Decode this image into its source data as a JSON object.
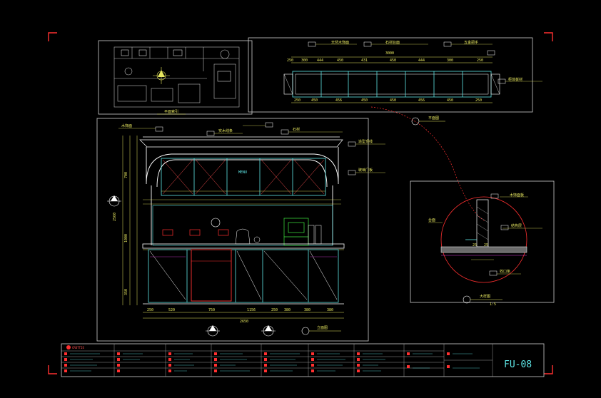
{
  "drawing": {
    "sheet_number": "FU-08",
    "company": "CROTTIE",
    "title_badge": "□ 1"
  },
  "elevation": {
    "dims_bottom": [
      "250",
      "520",
      "750",
      "1156",
      "250",
      "380",
      "380",
      "380"
    ],
    "dims_left": [
      "350",
      "1000",
      "700"
    ],
    "total_height": "2560",
    "total_width": "2650"
  },
  "plan_strip": {
    "dims_top": [
      "250",
      "300",
      "444",
      "450",
      "431",
      "450",
      "444",
      "300",
      "250"
    ],
    "dims_bottom": [
      "250",
      "450",
      "456",
      "450",
      "450",
      "456",
      "450",
      "250"
    ],
    "total": "3000"
  },
  "detail": {
    "dims": [
      "25",
      "25"
    ],
    "scale": "1:5"
  },
  "colors": {
    "cyan": "#5fe8e8",
    "yellow": "#e8e860",
    "white": "#ffffff",
    "red": "#ff3030",
    "green": "#40e840",
    "magenta": "#e040e0",
    "frame": "#d0d0d0"
  }
}
